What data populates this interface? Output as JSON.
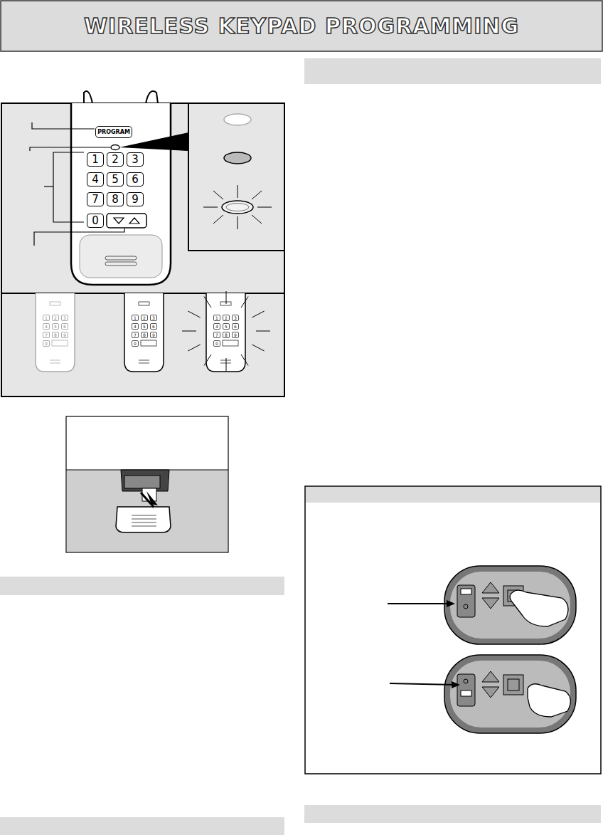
{
  "diagram": {
    "title": "WIRELESS KEYPAD PROGRAMMING",
    "nodes": [
      {
        "text": [
          "PROGRAM"
        ]
      },
      {
        "text": [
          "1"
        ]
      },
      {
        "text": [
          "2"
        ]
      },
      {
        "text": [
          "3"
        ]
      },
      {
        "text": [
          "4"
        ]
      },
      {
        "text": [
          "5"
        ]
      },
      {
        "text": [
          "6"
        ]
      },
      {
        "text": [
          "7"
        ]
      },
      {
        "text": [
          "8"
        ]
      },
      {
        "text": [
          "9"
        ]
      },
      {
        "text": [
          "0"
        ]
      }
    ],
    "labels": [
      "1",
      "2",
      "3",
      "4",
      "5",
      "6",
      "7",
      "8",
      "9",
      "0",
      "1",
      "2",
      "3",
      "4",
      "5",
      "6",
      "7",
      "8",
      "9",
      "0",
      "1",
      "2",
      "3",
      "4",
      "5",
      "6",
      "7",
      "8",
      "9",
      "0"
    ]
  }
}
